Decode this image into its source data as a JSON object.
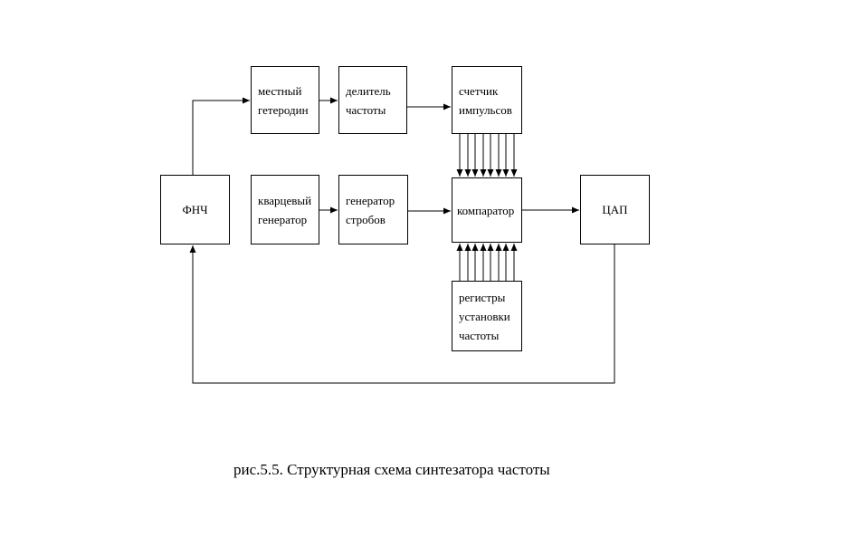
{
  "caption": "рис.5.5. Структурная схема синтезатора частоты",
  "colors": {
    "background": "#ffffff",
    "line": "#000000",
    "text": "#000000"
  },
  "blocks": {
    "local_oscillator": {
      "lines": [
        "местный",
        "гетеродин"
      ]
    },
    "frequency_divider": {
      "lines": [
        "делитель",
        "частоты"
      ]
    },
    "pulse_counter": {
      "lines": [
        "счетчик",
        "импульсов"
      ]
    },
    "lpf": {
      "lines": [
        "ФНЧ"
      ]
    },
    "quartz_oscillator": {
      "lines": [
        "кварцевый",
        "генератор"
      ]
    },
    "strobe_generator": {
      "lines": [
        "генератор",
        "стробов"
      ]
    },
    "comparator": {
      "lines": [
        "компаратор"
      ]
    },
    "dac": {
      "lines": [
        "ЦАП"
      ]
    },
    "frequency_registers": {
      "lines": [
        "регистры",
        "установки",
        "частоты"
      ]
    }
  }
}
